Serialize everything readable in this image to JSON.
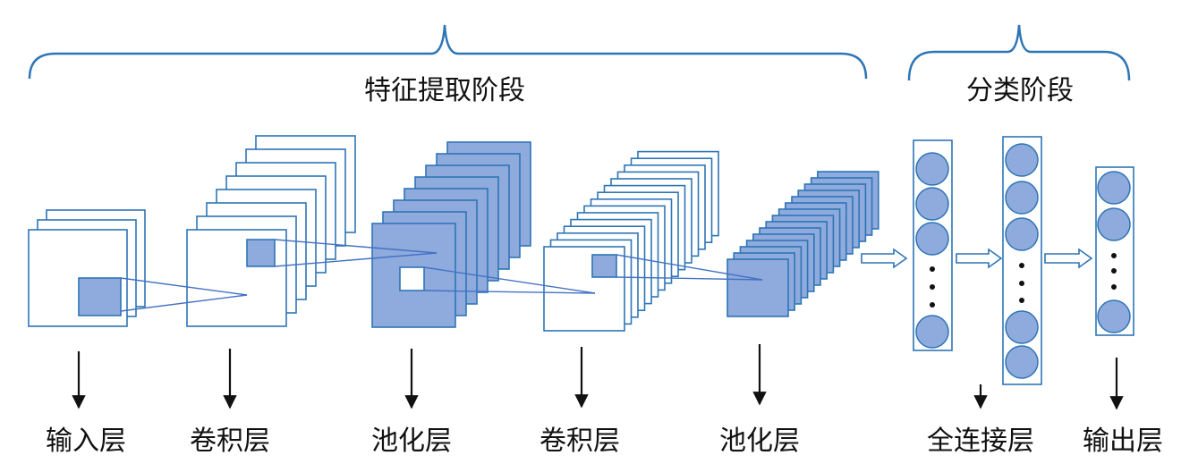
{
  "stages": {
    "feature_extraction": "特征提取阶段",
    "classification": "分类阶段"
  },
  "layers": {
    "input": "输入层",
    "conv1": "卷积层",
    "pool1": "池化层",
    "conv2": "卷积层",
    "pool2": "池化层",
    "fc": "全连接层",
    "output": "输出层"
  },
  "colors": {
    "stroke": "#2E75B6",
    "fill": "#8FAADC",
    "line": "#4472C4",
    "arrow": "#111111",
    "node": "#8FAADC"
  }
}
